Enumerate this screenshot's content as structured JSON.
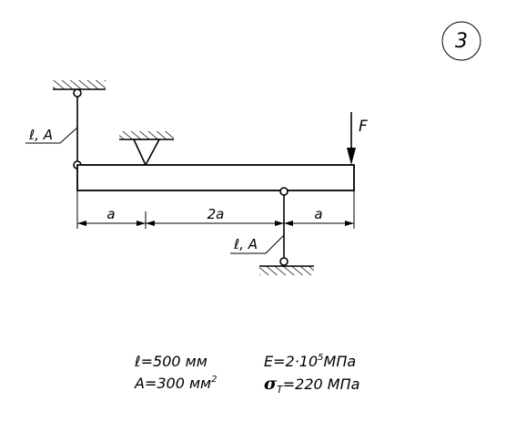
{
  "problem_number": "3",
  "labels": {
    "force": "F",
    "rod_top": "ℓ, A",
    "rod_bottom": "ℓ, A",
    "dim_left": "a",
    "dim_middle": "2a",
    "dim_right": "a"
  },
  "given": {
    "length": "ℓ=500 мм",
    "area_main": "A=300 мм",
    "area_exp": "2",
    "modulus_main": "E=2·10",
    "modulus_exp": "5",
    "modulus_unit": "МПа",
    "sigma_symbol": "σ",
    "sigma_sub": "T",
    "sigma_value": "=220 МПа"
  }
}
